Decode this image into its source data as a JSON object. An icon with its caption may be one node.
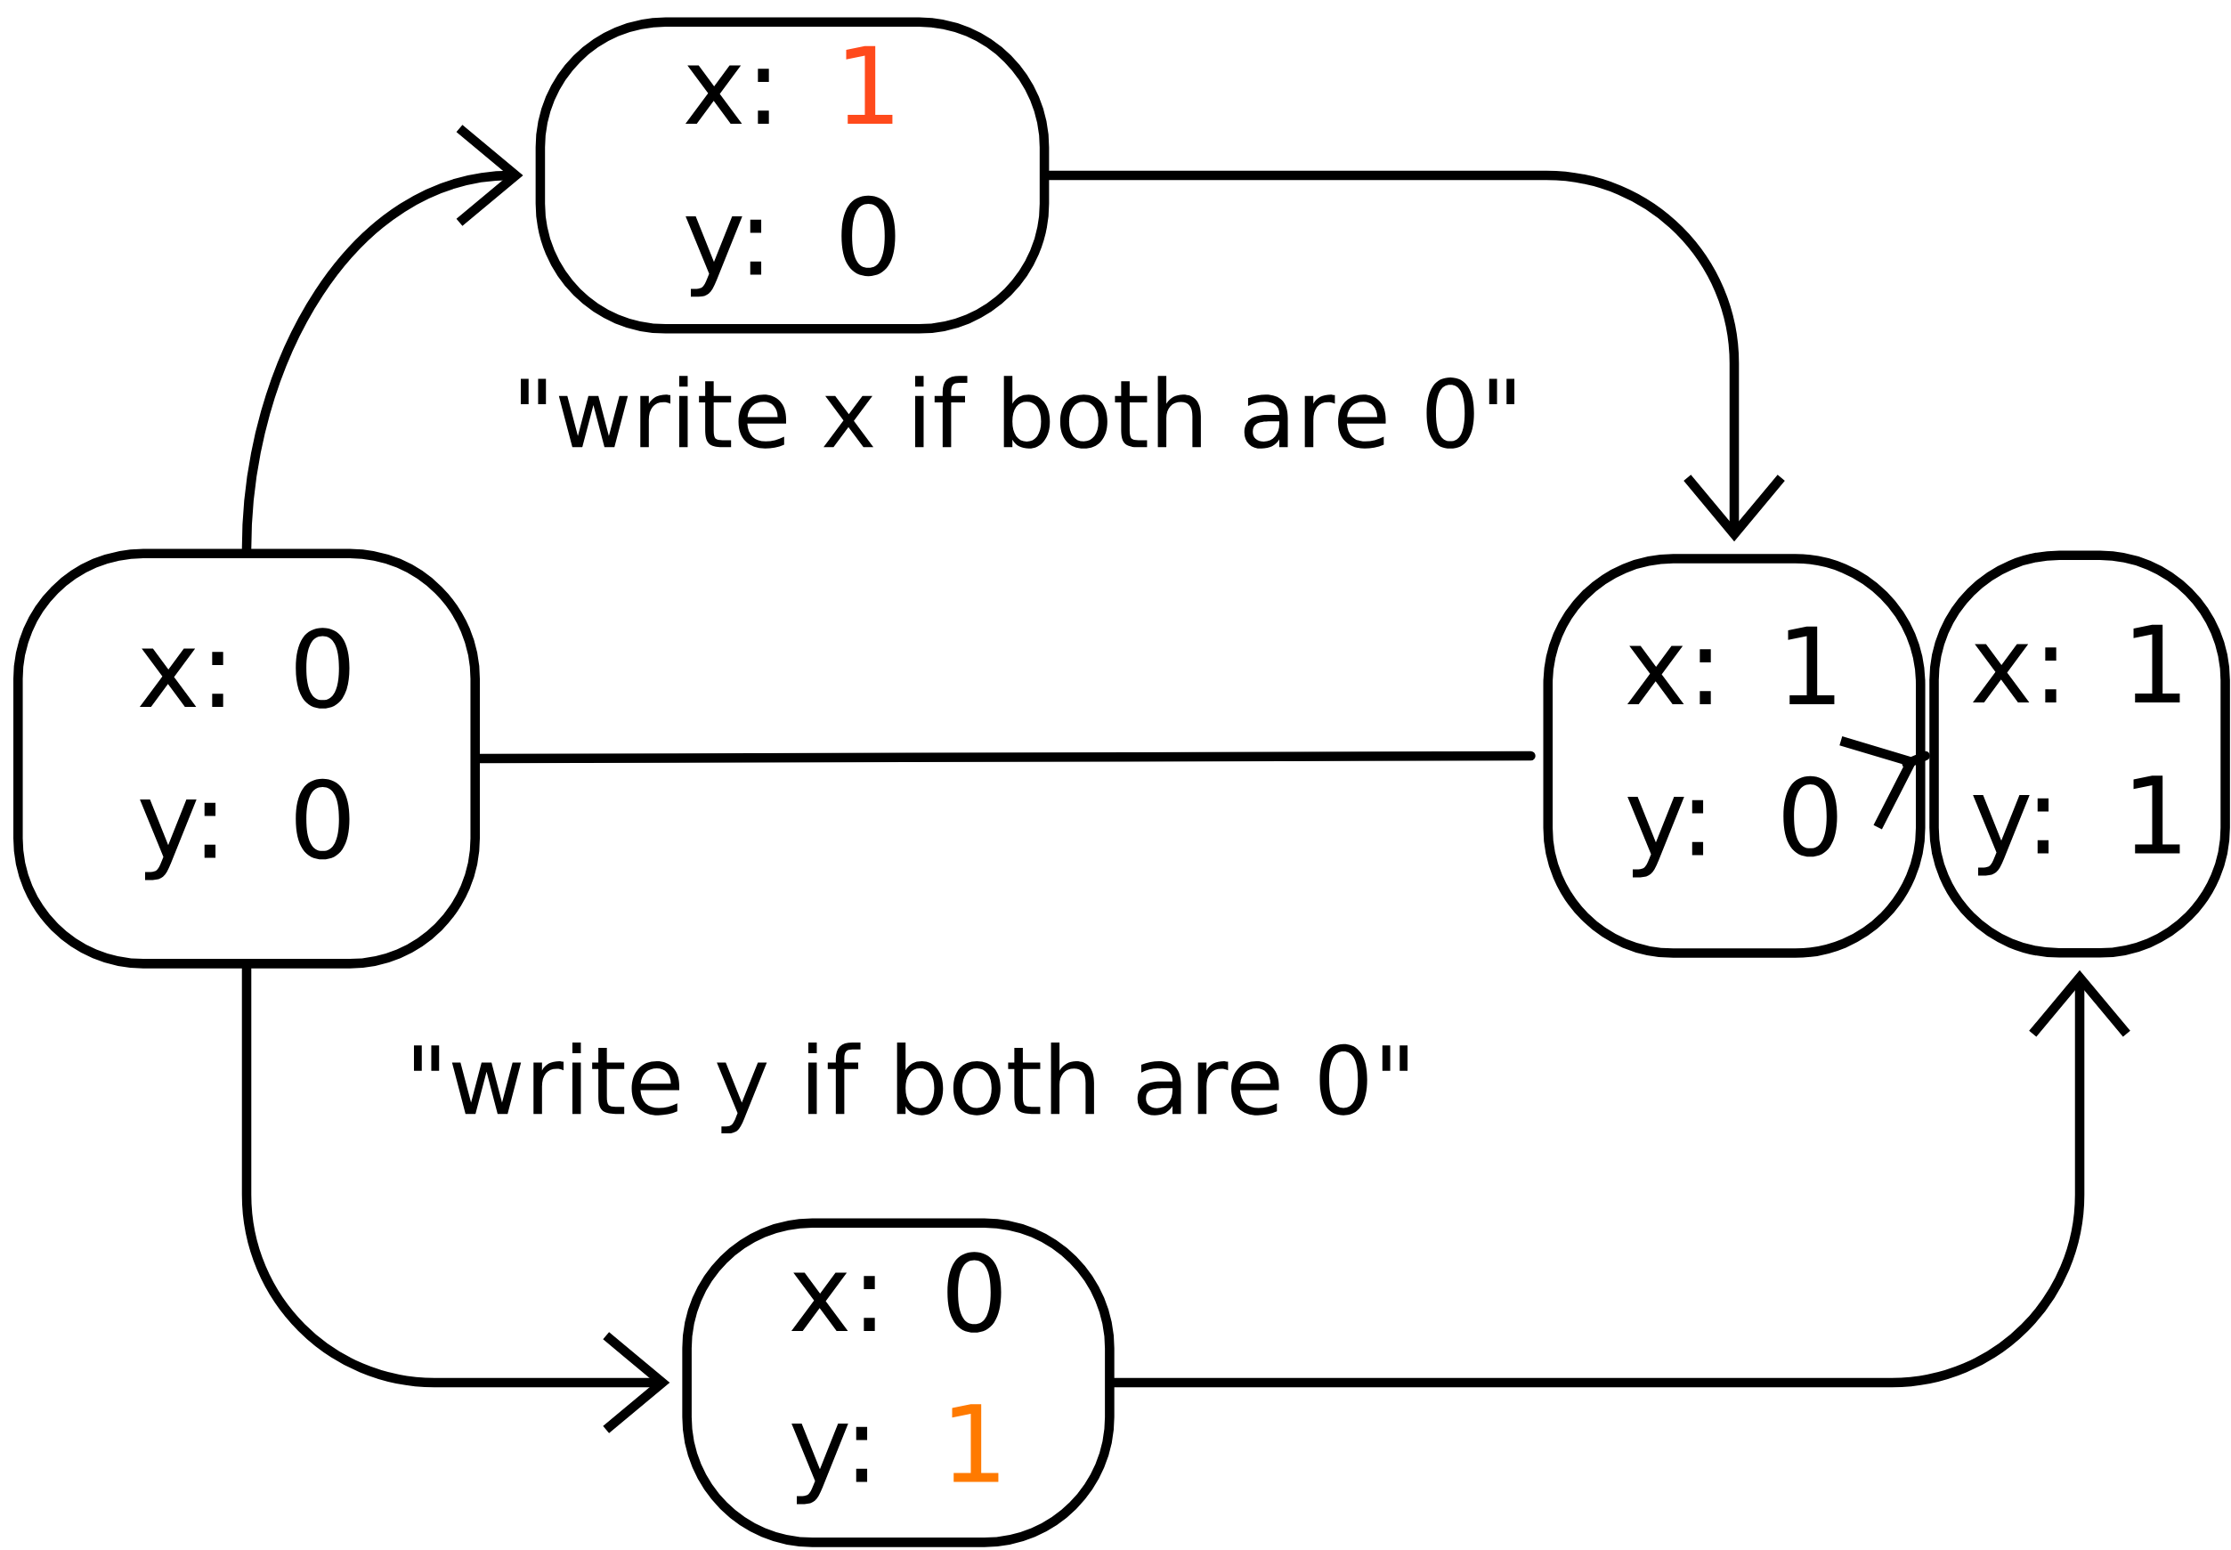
{
  "diagram": {
    "nodes": [
      {
        "text": [
          "x:",
          "0",
          "y:",
          "0"
        ]
      },
      {
        "text": [
          "x:",
          "1",
          "y:",
          "0"
        ]
      },
      {
        "text": [
          "x:",
          "1",
          "y:",
          "0"
        ]
      },
      {
        "text": [
          "x:",
          "1",
          "y:",
          "1"
        ]
      },
      {
        "text": [
          "x:",
          "0",
          "y:",
          "1"
        ]
      }
    ],
    "edges": [
      {
        "from": 0,
        "to": 1,
        "arrow": "to"
      },
      {
        "from": 1,
        "to": 2,
        "arrow": "to"
      },
      {
        "from": 0,
        "to": 2,
        "arrow": "none"
      },
      {
        "from": 2,
        "to": 3,
        "arrow": "to"
      },
      {
        "from": 0,
        "to": 4,
        "arrow": "to"
      },
      {
        "from": 4,
        "to": 3,
        "arrow": "to"
      }
    ],
    "labels": [
      "\"write x if both are 0\"",
      "\"write y if both are 0\""
    ]
  }
}
